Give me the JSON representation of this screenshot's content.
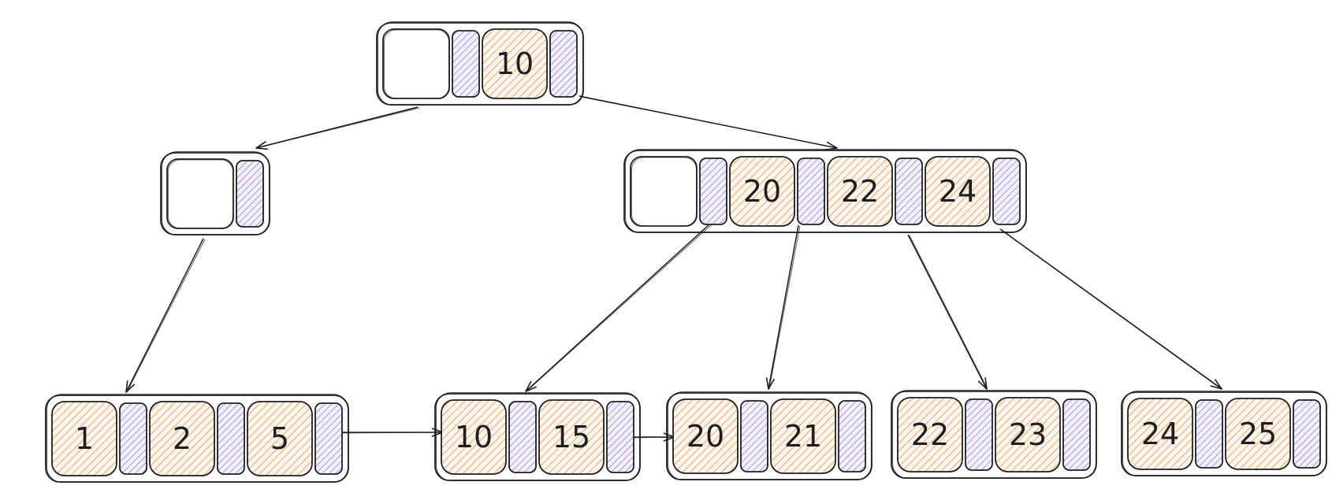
{
  "colors": {
    "stroke": "#1e1e1e",
    "key_fill": "#f08c3a",
    "pointer_fill": "#8f7bd6",
    "background": "#ffffff"
  },
  "nodes": [
    {
      "id": "root",
      "cells": [
        {
          "kind": "empty"
        },
        {
          "kind": "ptr"
        },
        {
          "kind": "key",
          "label": "10"
        },
        {
          "kind": "ptr"
        }
      ]
    },
    {
      "id": "left-inner",
      "cells": [
        {
          "kind": "empty"
        },
        {
          "kind": "ptr"
        }
      ]
    },
    {
      "id": "right-inner",
      "cells": [
        {
          "kind": "empty"
        },
        {
          "kind": "ptr"
        },
        {
          "kind": "key",
          "label": "20"
        },
        {
          "kind": "ptr"
        },
        {
          "kind": "key",
          "label": "22"
        },
        {
          "kind": "ptr"
        },
        {
          "kind": "key",
          "label": "24"
        },
        {
          "kind": "ptr"
        }
      ]
    },
    {
      "id": "leaf-1",
      "cells": [
        {
          "kind": "key",
          "label": "1"
        },
        {
          "kind": "ptr"
        },
        {
          "kind": "key",
          "label": "2"
        },
        {
          "kind": "ptr"
        },
        {
          "kind": "key",
          "label": "5"
        },
        {
          "kind": "ptr"
        }
      ]
    },
    {
      "id": "leaf-2",
      "cells": [
        {
          "kind": "key",
          "label": "10"
        },
        {
          "kind": "ptr"
        },
        {
          "kind": "key",
          "label": "15"
        },
        {
          "kind": "ptr"
        }
      ]
    },
    {
      "id": "leaf-3",
      "cells": [
        {
          "kind": "key",
          "label": "20"
        },
        {
          "kind": "ptr"
        },
        {
          "kind": "key",
          "label": "21"
        },
        {
          "kind": "ptr"
        }
      ]
    },
    {
      "id": "leaf-4",
      "cells": [
        {
          "kind": "key",
          "label": "22"
        },
        {
          "kind": "ptr"
        },
        {
          "kind": "key",
          "label": "23"
        },
        {
          "kind": "ptr"
        }
      ]
    },
    {
      "id": "leaf-5",
      "cells": [
        {
          "kind": "key",
          "label": "24"
        },
        {
          "kind": "ptr"
        },
        {
          "kind": "key",
          "label": "25"
        },
        {
          "kind": "ptr"
        }
      ]
    }
  ],
  "edges": [
    {
      "from": "root",
      "to": "left-inner"
    },
    {
      "from": "root",
      "to": "right-inner"
    },
    {
      "from": "left-inner",
      "to": "leaf-1"
    },
    {
      "from": "right-inner",
      "to": "leaf-2"
    },
    {
      "from": "right-inner",
      "to": "leaf-3"
    },
    {
      "from": "right-inner",
      "to": "leaf-4"
    },
    {
      "from": "right-inner",
      "to": "leaf-5"
    },
    {
      "from": "leaf-1",
      "to": "leaf-2"
    },
    {
      "from": "leaf-2",
      "to": "leaf-3"
    }
  ]
}
